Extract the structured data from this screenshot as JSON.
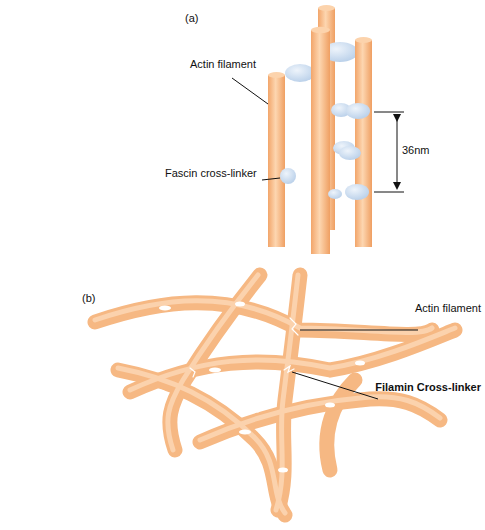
{
  "diagram": {
    "labels": [
      "(a)",
      "Actin filament",
      "Fascin cross-linker",
      "36nm",
      "(b)",
      "Actin filament",
      "Filamin Cross-linker"
    ]
  }
}
